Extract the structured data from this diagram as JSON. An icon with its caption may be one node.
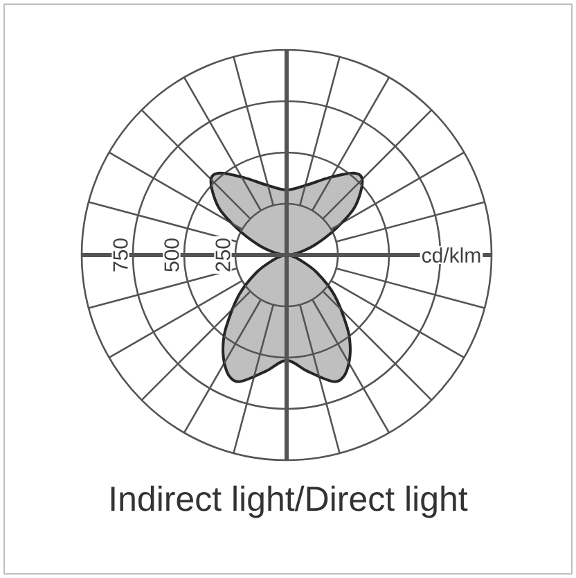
{
  "diagram": {
    "caption": "Indirect light/Direct light",
    "labels": [
      "750",
      "500",
      "250",
      "cd/klm"
    ]
  }
}
